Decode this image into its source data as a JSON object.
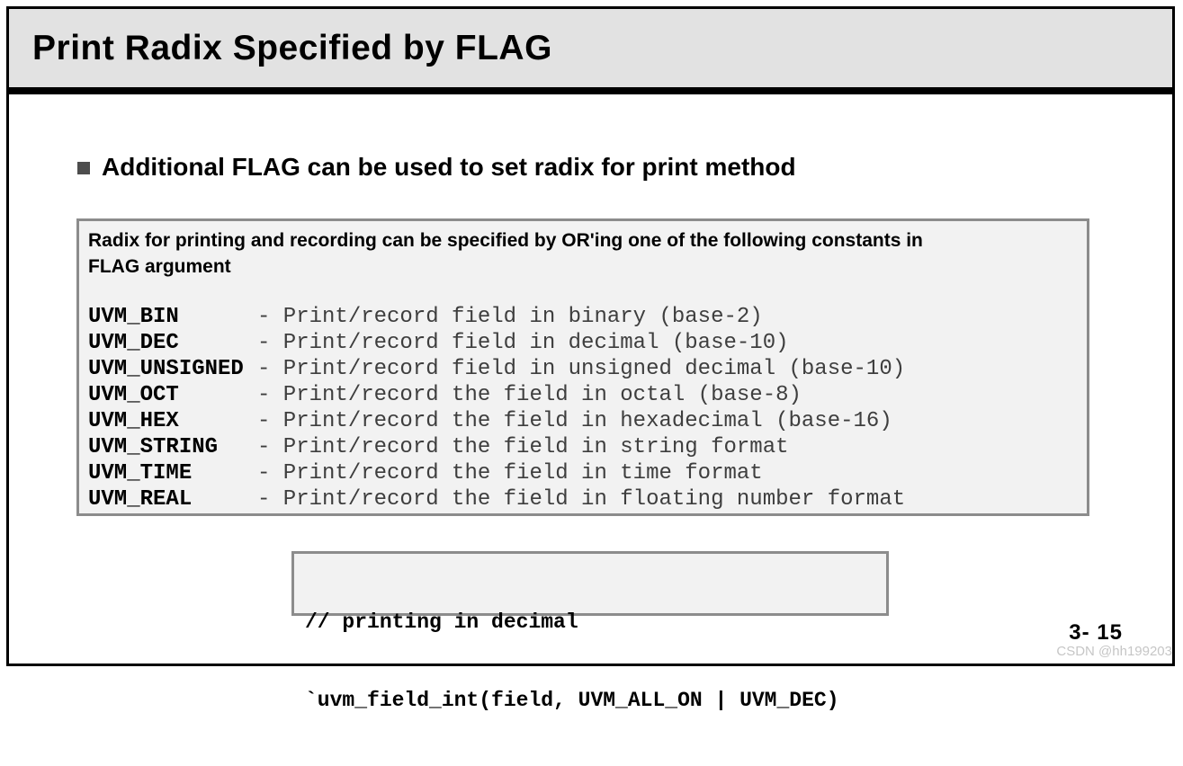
{
  "slide": {
    "title": "Print Radix Specified by FLAG",
    "bullet": {
      "text": "Additional FLAG can be used to set radix for print method"
    },
    "radix_box": {
      "heading_lines": [
        "Radix for printing and recording can be specified by OR'ing one of the following constants in",
        "FLAG argument"
      ],
      "constants": [
        {
          "name": "UVM_BIN",
          "desc": "- Print/record field in binary (base-2)"
        },
        {
          "name": "UVM_DEC",
          "desc": "- Print/record field in decimal (base-10)"
        },
        {
          "name": "UVM_UNSIGNED",
          "desc": "- Print/record field in unsigned decimal (base-10)"
        },
        {
          "name": "UVM_OCT",
          "desc": "- Print/record the field in octal (base-8)"
        },
        {
          "name": "UVM_HEX",
          "desc": "- Print/record the field in hexadecimal (base-16)"
        },
        {
          "name": "UVM_STRING",
          "desc": "- Print/record the field in string format"
        },
        {
          "name": "UVM_TIME",
          "desc": "- Print/record the field in time format"
        },
        {
          "name": "UVM_REAL",
          "desc": "- Print/record the field in floating number format"
        }
      ]
    },
    "code_box": {
      "lines": [
        "// printing in decimal",
        "`uvm_field_int(field, UVM_ALL_ON | UVM_DEC)"
      ]
    },
    "footer": {
      "page_number": "3- 15",
      "watermark": "CSDN @hh199203"
    },
    "colors": {
      "titlebar_bg": "#e2e2e2",
      "panel_bg": "#f2f2f2",
      "panel_border": "#8c8c8c",
      "desc_text": "#3e3e3e",
      "bullet_square": "#4d4d4d",
      "watermark_text": "#c6c6c6"
    }
  }
}
